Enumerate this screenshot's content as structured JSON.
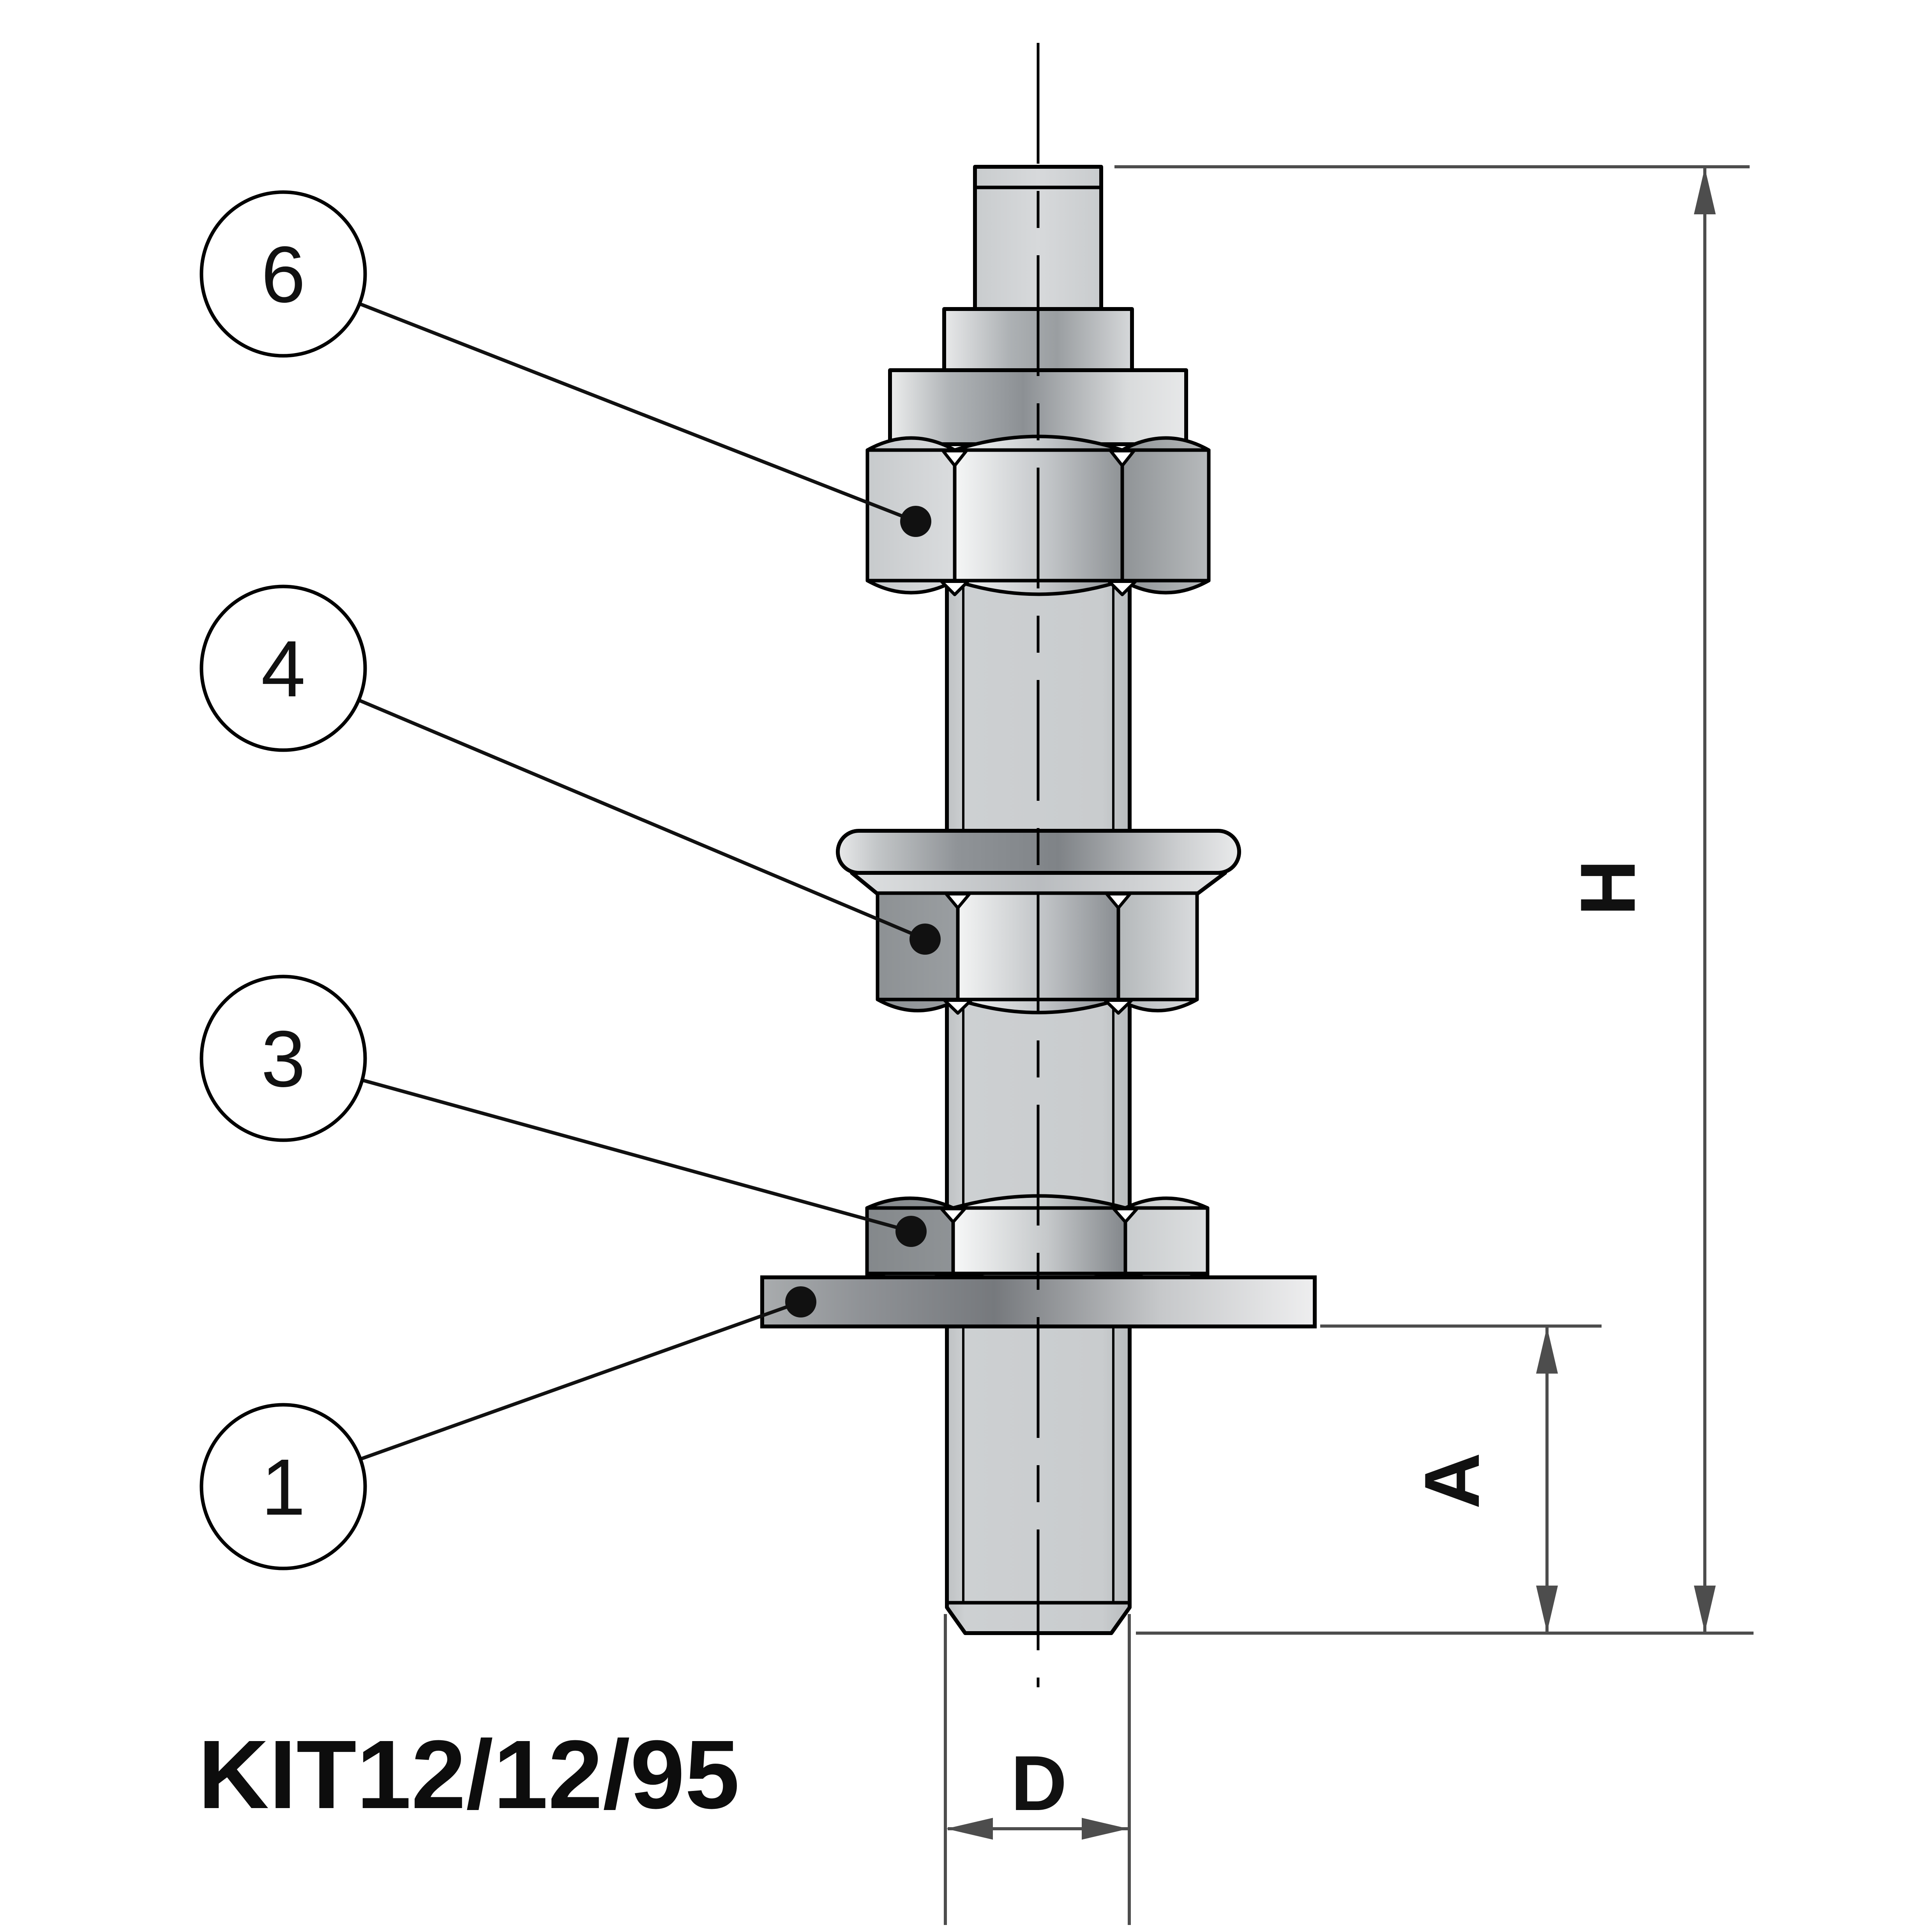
{
  "part_number": "KIT12/12/95",
  "callouts": {
    "balloon_6": "6",
    "balloon_4": "4",
    "balloon_3": "3",
    "balloon_1": "1"
  },
  "dimensions": {
    "overall_height": "H",
    "below_plate_depth": "A",
    "stud_diameter": "D"
  },
  "colors": {
    "background": "#ffffff",
    "outline": "#000000",
    "dimension_lines": "#4d4d4d",
    "metal_light": "#d3d5d7",
    "metal_mid": "#9ba0a3",
    "metal_dark": "#83878b"
  }
}
